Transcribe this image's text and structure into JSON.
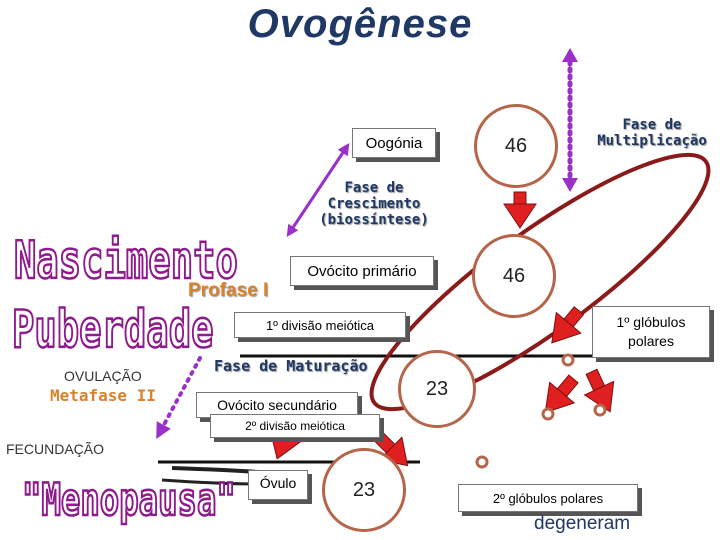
{
  "title": "Ovogênese",
  "labels": {
    "oogonia": "Oogónia",
    "ovocito_primario": "Ovócito primário",
    "divisao1": "1º divisão meiótica",
    "ovocito_secundario": "Ovócito secundário",
    "divisao2": "2º divisão meiótica",
    "ovulo": "Óvulo",
    "globulos2": "2º glóbulos polares",
    "globulos1_line1": "1º glóbulos",
    "globulos1_line2": "polares",
    "degeneram": "degeneram"
  },
  "numbers": {
    "c1": "46",
    "c2": "46",
    "c3": "23",
    "c4": "23"
  },
  "phases": {
    "multiplicacao_line1": "Fase de",
    "multiplicacao_line2": "Multiplicação",
    "crescimento_line1": "Fase de",
    "crescimento_line2": "Crescimento",
    "crescimento_line3": "(biossíntese)",
    "maturacao": "Fase de Maturação"
  },
  "stages": {
    "profase": "Profase I",
    "ovulacao": "OVULAÇÃO",
    "metafase": "Metafase II",
    "fecundacao": "FECUNDAÇÃO"
  },
  "wordart": {
    "nascimento": "Nascimento",
    "puberdade": "Puberdade",
    "menopausa": "\"Menopausa\""
  },
  "colors": {
    "circle": "#b5654a",
    "arrow_red": "#e02020",
    "arrow_purple": "#9b30c8",
    "text_blue": "#1f3864",
    "text_orange": "#d9822b"
  }
}
